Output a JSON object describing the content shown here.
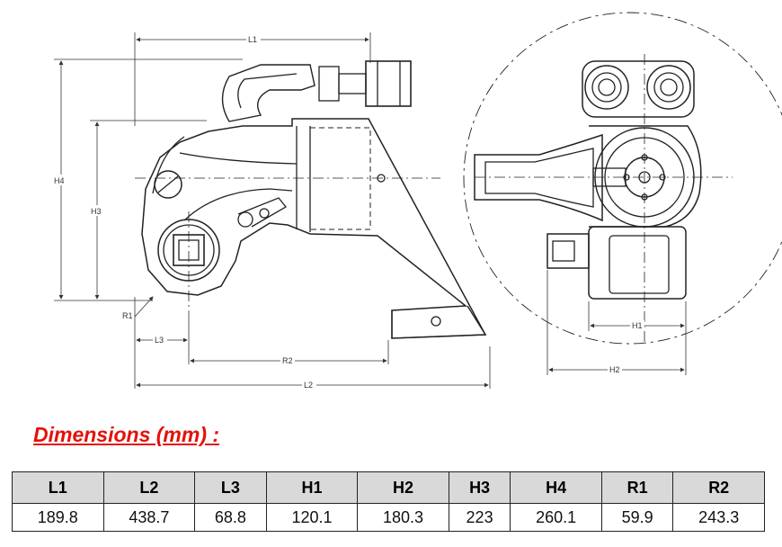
{
  "drawing": {
    "labels": {
      "L1": "L1",
      "L2": "L2",
      "L3": "L3",
      "H1": "H1",
      "H2": "H2",
      "H3": "H3",
      "H4": "H4",
      "R1": "R1",
      "R2": "R2"
    }
  },
  "heading": "Dimensions (mm) :",
  "table": {
    "headers": [
      "L1",
      "L2",
      "L3",
      "H1",
      "H2",
      "H3",
      "H4",
      "R1",
      "R2"
    ],
    "values": [
      "189.8",
      "438.7",
      "68.8",
      "120.1",
      "180.3",
      "223",
      "260.1",
      "59.9",
      "243.3"
    ]
  }
}
